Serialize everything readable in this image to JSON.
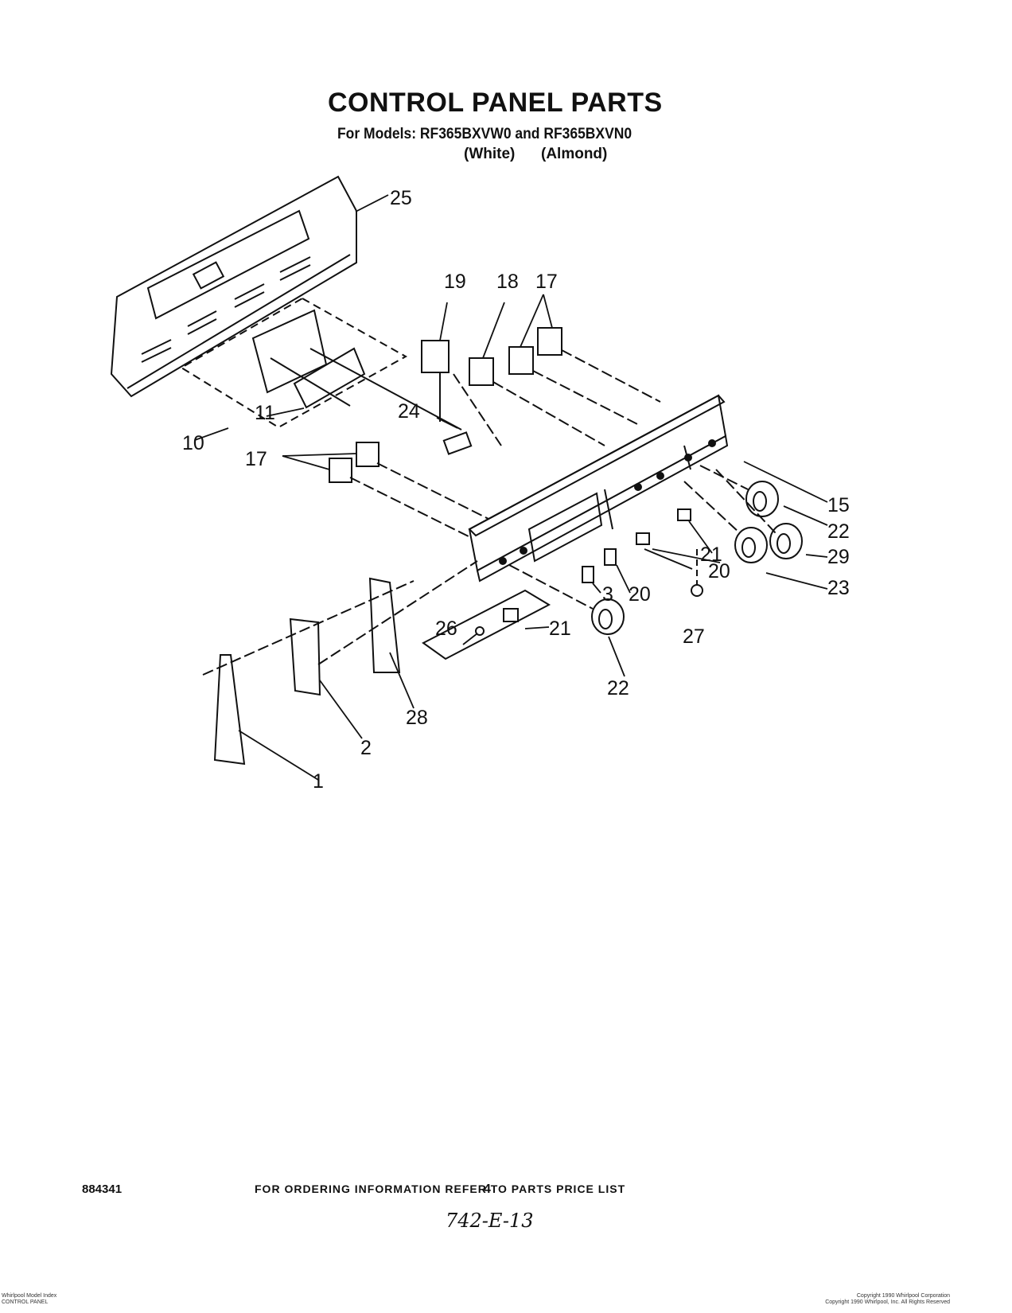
{
  "header": {
    "title": "CONTROL PANEL PARTS",
    "models_line": "For Models: RF365BXVW0 and RF365BXVN0",
    "color_white": "(White)",
    "color_almond": "(Almond)"
  },
  "callouts": [
    "25",
    "19",
    "18",
    "17",
    "11",
    "24",
    "10",
    "17",
    "15",
    "22",
    "21",
    "29",
    "20",
    "23",
    "3",
    "20",
    "27",
    "21",
    "26",
    "22",
    "28",
    "2",
    "1"
  ],
  "footer": {
    "note": "FOR ORDERING INFORMATION REFER TO PARTS PRICE LIST",
    "doc_number": "884341",
    "page_number": "4",
    "handwritten": "742-E-13",
    "small_left_1": "Whirlpool Model Index",
    "small_left_2": "CONTROL PANEL",
    "small_right_1": "Copyright 1990 Whirlpool Corporation",
    "small_right_2": "Copyright 1990 Whirlpool, Inc. All Rights Reserved"
  }
}
